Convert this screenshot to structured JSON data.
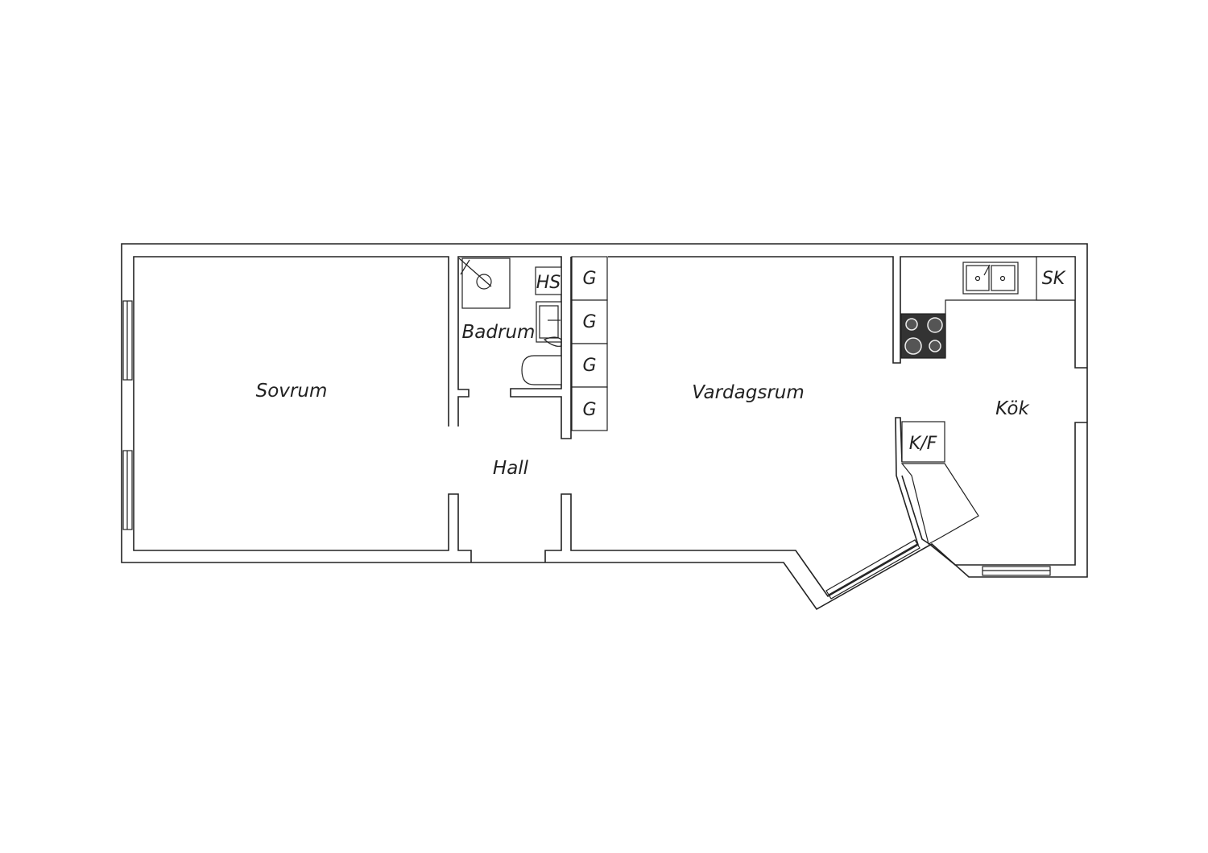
{
  "rooms": {
    "sovrum": "Sovrum",
    "badrum": "Badrum",
    "hall": "Hall",
    "vardagsrum": "Vardagsrum",
    "kok": "Kök"
  },
  "fixtures": {
    "hs": "HS",
    "wardrobe": [
      "G",
      "G",
      "G",
      "G"
    ],
    "sk": "SK",
    "kf": "K/F"
  }
}
